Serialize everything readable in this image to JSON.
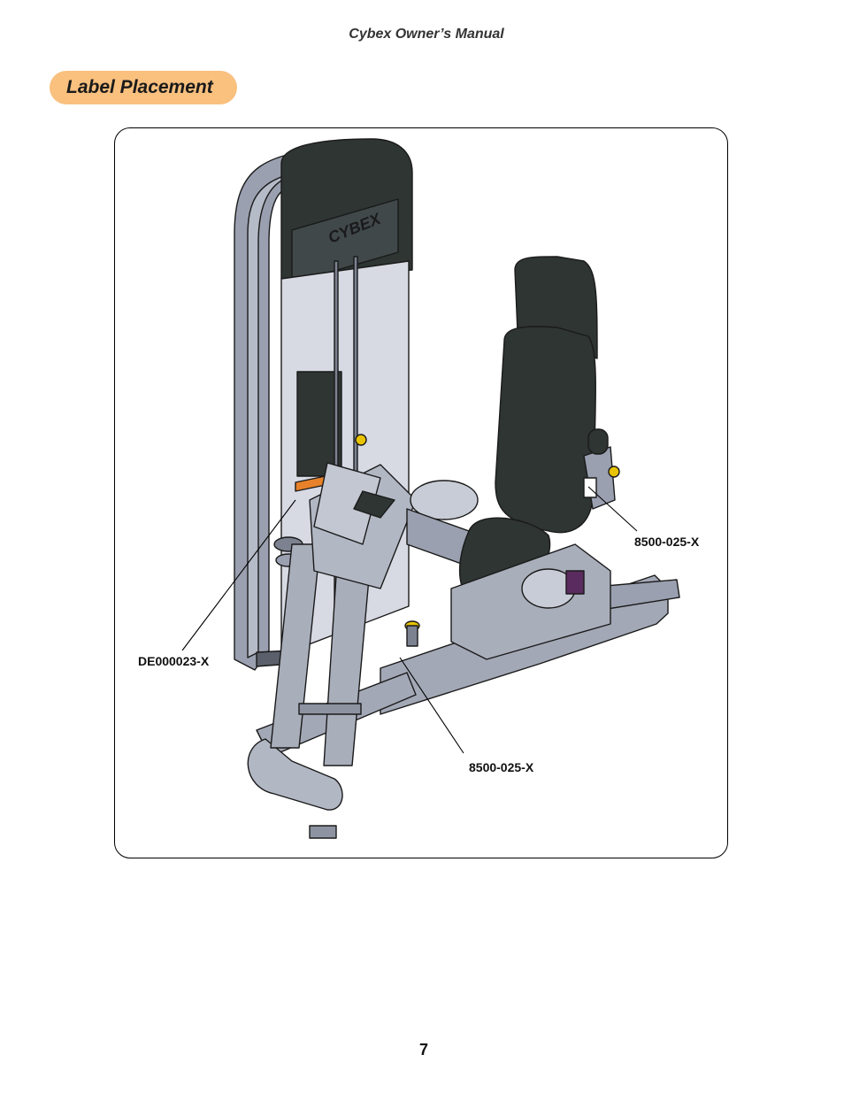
{
  "header": {
    "manual_title": "Cybex Owner’s Manual"
  },
  "section": {
    "title": "Label Placement"
  },
  "figure": {
    "brand_mark": "CYBEX",
    "callouts": [
      {
        "id": "pedestal",
        "label": "8500-025-X"
      },
      {
        "id": "frame",
        "label": "DE000023-X"
      },
      {
        "id": "base",
        "label": "8500-025-X"
      }
    ]
  },
  "footer": {
    "page_number": "7"
  },
  "colors": {
    "pill": "#f9c07e",
    "frame_steel": "#9aa0b0",
    "upholstery": "#2e3533",
    "accent_orange": "#e8822a",
    "accent_purple": "#5a2b5e",
    "knob_yellow": "#e8c300"
  }
}
